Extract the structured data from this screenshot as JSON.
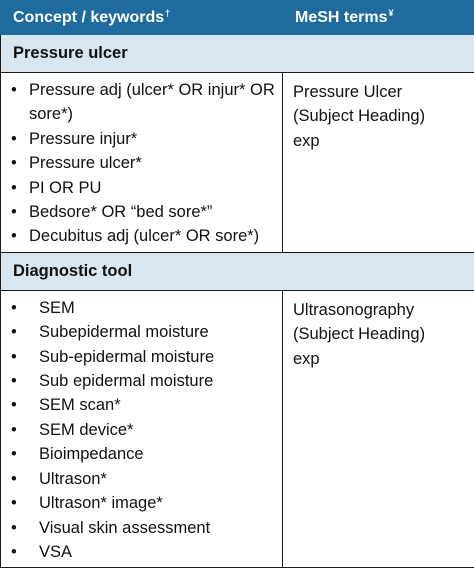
{
  "header": {
    "col1": "Concept / keywords",
    "col1_mark": "†",
    "col2": "MeSH terms",
    "col2_mark": "¥"
  },
  "sections": [
    {
      "title": "Pressure ulcer",
      "keywords": [
        "Pressure adj (ulcer* OR injur* OR sore*)",
        "Pressure injur*",
        "Pressure ulcer*",
        "PI OR PU",
        "Bedsore* OR “bed sore*”",
        "Decubitus adj (ulcer* OR sore*)"
      ],
      "mesh": [
        "Pressure Ulcer",
        "(Subject Heading)",
        "exp"
      ]
    },
    {
      "title": "Diagnostic tool",
      "keywords": [
        "SEM",
        "Subepidermal moisture",
        "Sub-epidermal moisture",
        "Sub epidermal moisture",
        "SEM scan*",
        "SEM device*",
        "Bioimpedance",
        "Ultrason*",
        "Ultrason* image*",
        "Visual skin assessment",
        "VSA"
      ],
      "mesh": [
        "Ultrasonography",
        "(Subject Heading)",
        "exp"
      ]
    }
  ],
  "colors": {
    "header_bg": "#1f6b9e",
    "section_bg": "#d9e6ef"
  }
}
